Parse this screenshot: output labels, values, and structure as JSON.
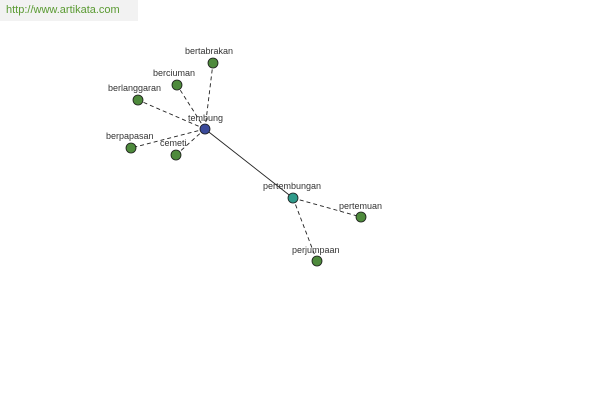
{
  "site_url": "http://www.artikata.com",
  "colors": {
    "root": "#3b4a9a",
    "hub": "#2f9a8a",
    "leaf": "#4e8a3c",
    "edge": "#222222",
    "url": "#5a9a32"
  },
  "nodes": [
    {
      "id": "tembung",
      "label": "tembung",
      "kind": "root"
    },
    {
      "id": "bertabrakan",
      "label": "bertabrakan",
      "kind": "leaf"
    },
    {
      "id": "berciuman",
      "label": "berciuman",
      "kind": "leaf"
    },
    {
      "id": "berlanggaran",
      "label": "berlanggaran",
      "kind": "leaf"
    },
    {
      "id": "berpapasan",
      "label": "berpapasan",
      "kind": "leaf"
    },
    {
      "id": "cemeti",
      "label": "cemeti",
      "kind": "leaf"
    },
    {
      "id": "pertembungan",
      "label": "pertembungan",
      "kind": "hub"
    },
    {
      "id": "pertemuan",
      "label": "pertemuan",
      "kind": "leaf"
    },
    {
      "id": "perjumpaan",
      "label": "perjumpaan",
      "kind": "leaf"
    }
  ],
  "edges": [
    {
      "from": "tembung",
      "to": "bertabrakan",
      "style": "dashed"
    },
    {
      "from": "tembung",
      "to": "berciuman",
      "style": "dashed"
    },
    {
      "from": "tembung",
      "to": "berlanggaran",
      "style": "dashed"
    },
    {
      "from": "tembung",
      "to": "berpapasan",
      "style": "dashed"
    },
    {
      "from": "tembung",
      "to": "cemeti",
      "style": "dashed"
    },
    {
      "from": "tembung",
      "to": "pertembungan",
      "style": "solid"
    },
    {
      "from": "pertembungan",
      "to": "pertemuan",
      "style": "dashed"
    },
    {
      "from": "pertembungan",
      "to": "perjumpaan",
      "style": "dashed"
    }
  ]
}
